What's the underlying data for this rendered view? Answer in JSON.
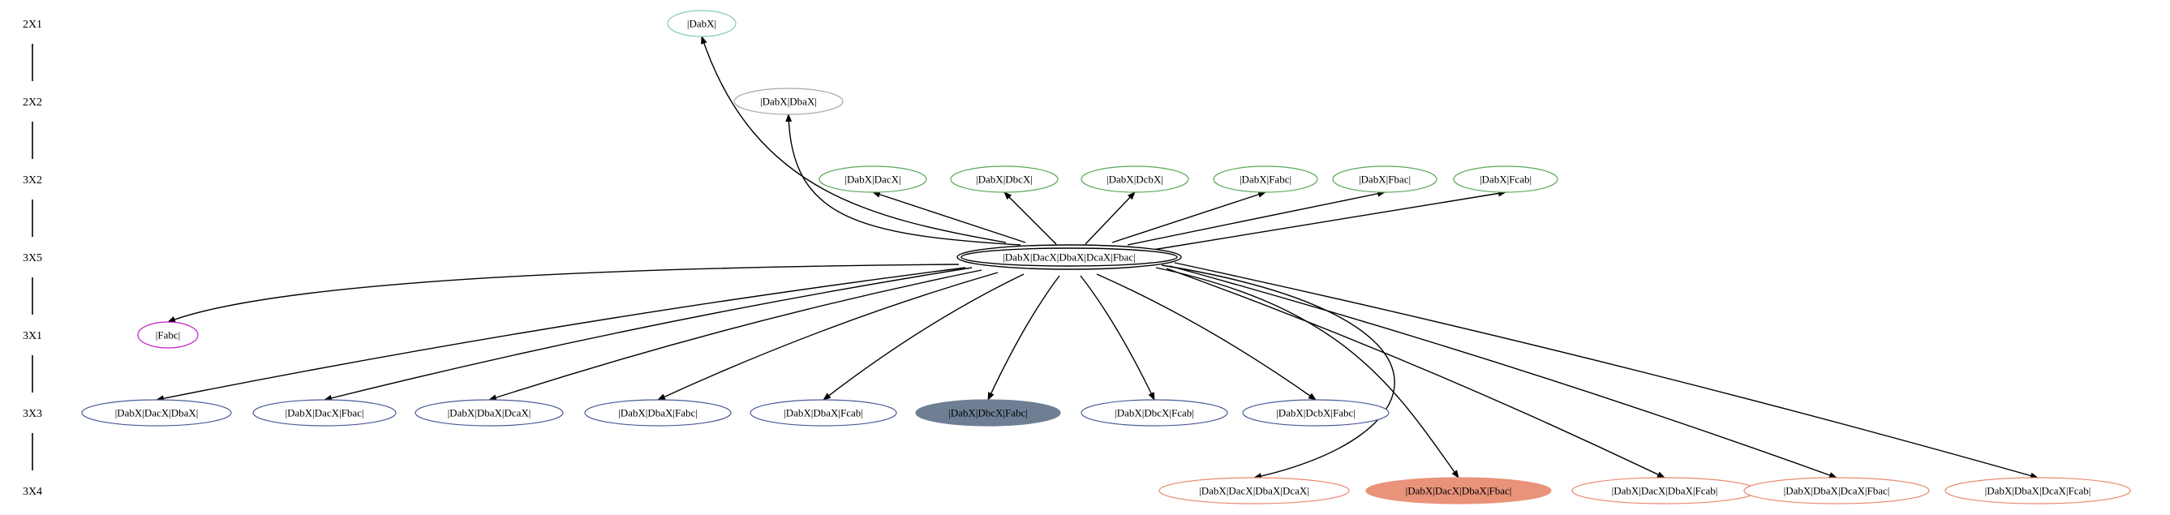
{
  "levels": [
    "2X1",
    "2X2",
    "3X2",
    "3X5",
    "3X1",
    "3X3",
    "3X4"
  ],
  "colors": {
    "teal": "#7fc9c0",
    "gray_outline": "#a8a8a8",
    "green": "#5aa85a",
    "magenta": "#c020c0",
    "slate": "#4a5a9a",
    "slate_fill": "#6e7f94",
    "salmon": "#e8896e",
    "salmon_fill": "#e8937a",
    "black": "#000000"
  },
  "nodes": [
    {
      "id": "n1",
      "label": "|DabX|",
      "style": "teal"
    },
    {
      "id": "n2",
      "label": "|DabX|DbaX|",
      "style": "gray"
    },
    {
      "id": "n3",
      "label": "|DabX|DacX|",
      "style": "green"
    },
    {
      "id": "n4",
      "label": "|DabX|DbcX|",
      "style": "green"
    },
    {
      "id": "n5",
      "label": "|DabX|DcbX|",
      "style": "green"
    },
    {
      "id": "n6",
      "label": "|DabX|Fabc|",
      "style": "green"
    },
    {
      "id": "n7",
      "label": "|DabX|Fbac|",
      "style": "green"
    },
    {
      "id": "n8",
      "label": "|DabX|Fcab|",
      "style": "green"
    },
    {
      "id": "hub",
      "label": "|DabX|DacX|DbaX|DcaX|Fbac|",
      "style": "double"
    },
    {
      "id": "n9",
      "label": "|Fabc|",
      "style": "magenta"
    },
    {
      "id": "n10",
      "label": "|DabX|DacX|DbaX|",
      "style": "slate"
    },
    {
      "id": "n11",
      "label": "|DabX|DacX|Fbac|",
      "style": "slate"
    },
    {
      "id": "n12",
      "label": "|DabX|DbaX|DcaX|",
      "style": "slate"
    },
    {
      "id": "n13",
      "label": "|DabX|DbaX|Fabc|",
      "style": "slate"
    },
    {
      "id": "n14",
      "label": "|DabX|DbaX|Fcab|",
      "style": "slate"
    },
    {
      "id": "n15",
      "label": "|DabX|DbcX|Fabc|",
      "style": "slate-filled"
    },
    {
      "id": "n16",
      "label": "|DabX|DbcX|Fcab|",
      "style": "slate"
    },
    {
      "id": "n17",
      "label": "|DabX|DcbX|Fabc|",
      "style": "slate"
    },
    {
      "id": "n18",
      "label": "|DabX|DacX|DbaX|DcaX|",
      "style": "salmon"
    },
    {
      "id": "n19",
      "label": "|DabX|DacX|DbaX|Fbac|",
      "style": "salmon-filled"
    },
    {
      "id": "n20",
      "label": "|DabX|DacX|DbaX|Fcab|",
      "style": "salmon"
    },
    {
      "id": "n21",
      "label": "|DabX|DbaX|DcaX|Fbac|",
      "style": "salmon"
    },
    {
      "id": "n22",
      "label": "|DabX|DbaX|DcaX|Fcab|",
      "style": "salmon"
    }
  ],
  "edges": [
    [
      "hub",
      "n1"
    ],
    [
      "hub",
      "n2"
    ],
    [
      "hub",
      "n3"
    ],
    [
      "hub",
      "n4"
    ],
    [
      "hub",
      "n5"
    ],
    [
      "hub",
      "n6"
    ],
    [
      "hub",
      "n7"
    ],
    [
      "hub",
      "n8"
    ],
    [
      "hub",
      "n9"
    ],
    [
      "hub",
      "n10"
    ],
    [
      "hub",
      "n11"
    ],
    [
      "hub",
      "n12"
    ],
    [
      "hub",
      "n13"
    ],
    [
      "hub",
      "n14"
    ],
    [
      "hub",
      "n15"
    ],
    [
      "hub",
      "n16"
    ],
    [
      "hub",
      "n17"
    ],
    [
      "hub",
      "n18"
    ],
    [
      "hub",
      "n19"
    ],
    [
      "hub",
      "n20"
    ],
    [
      "hub",
      "n21"
    ],
    [
      "hub",
      "n22"
    ]
  ]
}
